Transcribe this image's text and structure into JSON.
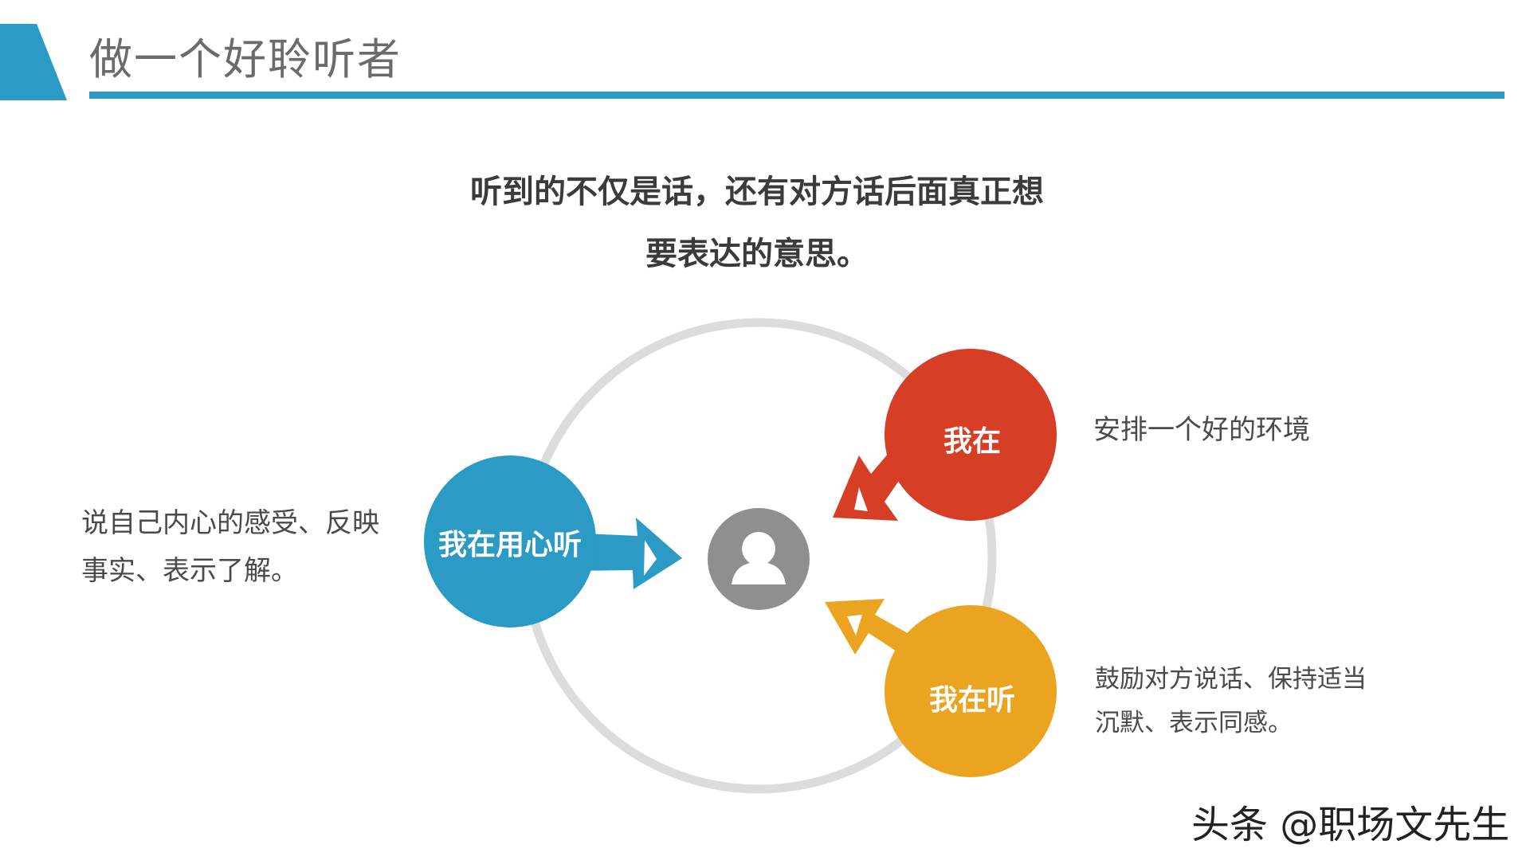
{
  "header": {
    "title": "做一个好聆听者",
    "accent_color": "#2b9ac4"
  },
  "headline": {
    "line1": "听到的不仅是话，还有对方话后面真正想",
    "line2": "要表达的意思。"
  },
  "diagram": {
    "center_icon": "user-icon",
    "nodes": [
      {
        "label": "我在用心听",
        "color": "#2b9ac4",
        "description": [
          "说自己内心的感受、反映",
          "事实、表示了解。"
        ]
      },
      {
        "label": "我在",
        "color": "#d63e25",
        "description": [
          "安排一个好的环境"
        ]
      },
      {
        "label": "我在听",
        "color": "#eba41f",
        "description": [
          "鼓励对方说话、保持适当",
          "沉默、表示同感。"
        ]
      }
    ]
  },
  "watermark": {
    "text": "头条 @职场文先生"
  }
}
